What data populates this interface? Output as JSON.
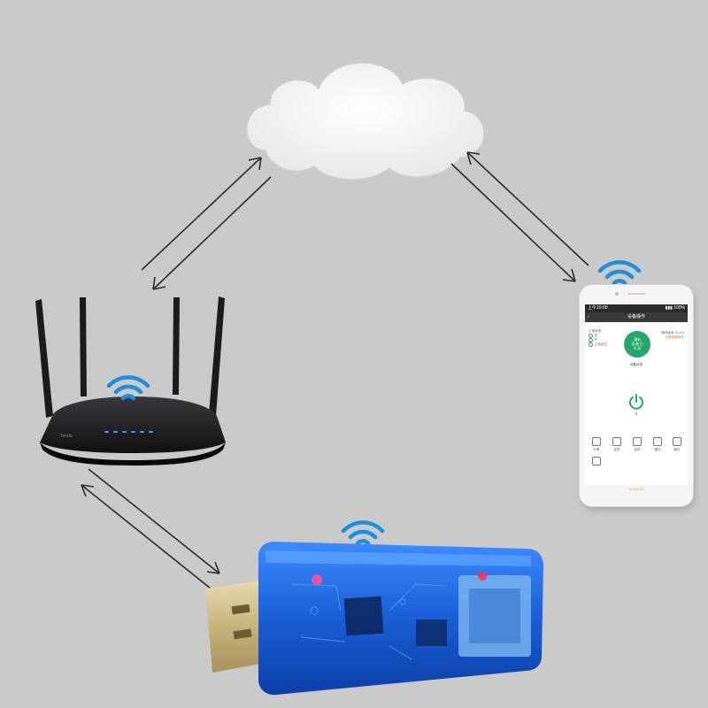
{
  "nodes": {
    "cloud": {
      "icon": "cloud-icon"
    },
    "router": {
      "icon": "router-icon",
      "brand": "Tenda"
    },
    "phone": {
      "icon": "smartphone-icon",
      "brand": "HUAWEI"
    },
    "usb_device": {
      "icon": "usb-wifi-module-icon"
    }
  },
  "phone_app": {
    "status_time": "上午10:00",
    "status_signal": "▮▮▮ 100%",
    "back": "‹",
    "title": "设备操作",
    "options": [
      "上电状态",
      "关",
      "开",
      "上电记忆"
    ],
    "firmware_label": "固件版本 V1.0.5",
    "update_link": "已是最新版本",
    "circle_lines": [
      "通电",
      "设 备 已",
      "关 闭"
    ],
    "device_status": "设备状态",
    "power_label": "关",
    "functions": [
      {
        "label": "分享",
        "icon": "share-icon"
      },
      {
        "label": "定时",
        "icon": "clock-icon"
      },
      {
        "label": "延时",
        "icon": "timer-icon"
      },
      {
        "label": "循环",
        "icon": "loop-icon"
      },
      {
        "label": "倒计",
        "icon": "countdown-icon"
      },
      {
        "label": "",
        "icon": "settings-icon"
      }
    ]
  },
  "connections": [
    {
      "from": "router",
      "to": "cloud",
      "style": "double-arrow"
    },
    {
      "from": "cloud",
      "to": "phone",
      "style": "double-arrow"
    },
    {
      "from": "router",
      "to": "usb_device",
      "style": "double-arrow"
    }
  ],
  "colors": {
    "background": "#c9c9c9",
    "wifi": "#1e8fe0",
    "app_green": "#26a66a",
    "usb_blue": "#1f6fe0"
  }
}
